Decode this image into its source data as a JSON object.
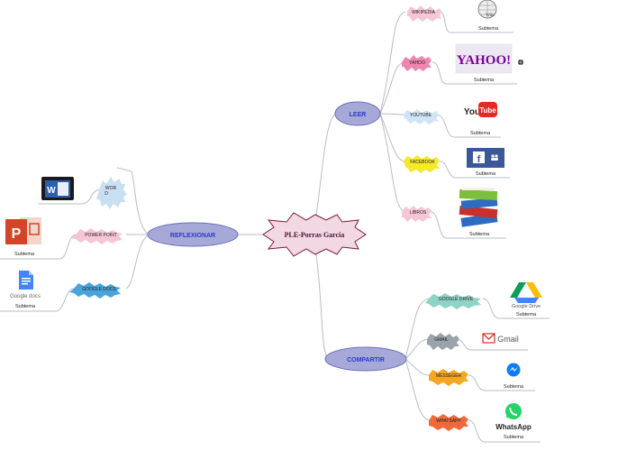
{
  "central": {
    "label": "PLE-Porras Garcia",
    "fill": "#f2d8e3",
    "stroke": "#7a1a3a"
  },
  "branches": {
    "leer": {
      "label": "LEER",
      "fill": "#a6a9d8",
      "stroke": "#6b6fb8",
      "text_color": "#2a39c9"
    },
    "reflexionar": {
      "label": "REFLEXIONAR",
      "fill": "#a6a9d8",
      "stroke": "#6b6fb8",
      "text_color": "#2a39c9"
    },
    "compartir": {
      "label": "COMPARTIR",
      "fill": "#a6a9d8",
      "stroke": "#6b6fb8",
      "text_color": "#2a39c9"
    }
  },
  "leer_items": [
    {
      "label": "WIKIPEDIA",
      "color": "#f7c6d6",
      "subtopic": "Subtema",
      "icon": "wikipedia-globe-icon"
    },
    {
      "label": "YAHOO",
      "color": "#ef86ad",
      "subtopic": "Subtema",
      "icon": "yahoo-logo-icon",
      "logo_text": "YAHOO!"
    },
    {
      "label": "YOUTUBE",
      "color": "#cfe4f5",
      "subtopic": "Subtema",
      "icon": "youtube-logo-icon",
      "logo_text": "You",
      "logo_text2": "Tube"
    },
    {
      "label": "FACEBOOK",
      "color": "#f4e92a",
      "subtopic": "Subtema",
      "icon": "facebook-logo-icon",
      "logo_text": "f"
    },
    {
      "label": "LIBROS",
      "color": "#f7c6d6",
      "subtopic": "Subtema",
      "icon": "books-stack-icon"
    }
  ],
  "reflexionar_items": [
    {
      "label": "WOR D",
      "line1": "WOR",
      "line2": "D",
      "color": "#c9dff2",
      "icon": "word-logo-icon",
      "logo_text": "W"
    },
    {
      "label": "POWER POINT",
      "color": "#f7c6d6",
      "subtopic": "Subtema",
      "icon": "powerpoint-logo-icon",
      "logo_text": "P"
    },
    {
      "label": "GOOGLE DOCS",
      "color": "#4aa4dc",
      "subtopic": "Subtema",
      "icon": "google-docs-icon",
      "logo_text": "Google docs"
    }
  ],
  "compartir_items": [
    {
      "label": "GOOGLE DRIVE",
      "color": "#8fd3c7",
      "subtopic": "Subtema",
      "icon": "google-drive-icon",
      "logo_text": "Google Drive"
    },
    {
      "label": "GMAIL",
      "color": "#9aa3ab",
      "icon": "gmail-logo-icon",
      "logo_text": "Gmail"
    },
    {
      "label": "MESSEGER",
      "color": "#f5a623",
      "subtopic": "Subtema",
      "icon": "messenger-logo-icon"
    },
    {
      "label": "WHATSAPP",
      "color": "#ef6a3a",
      "subtopic": "Subtema",
      "icon": "whatsapp-logo-icon",
      "logo_text": "WhatsApp"
    }
  ],
  "colors": {
    "connector": "#b9bccb",
    "underline": "#b9bccb"
  }
}
